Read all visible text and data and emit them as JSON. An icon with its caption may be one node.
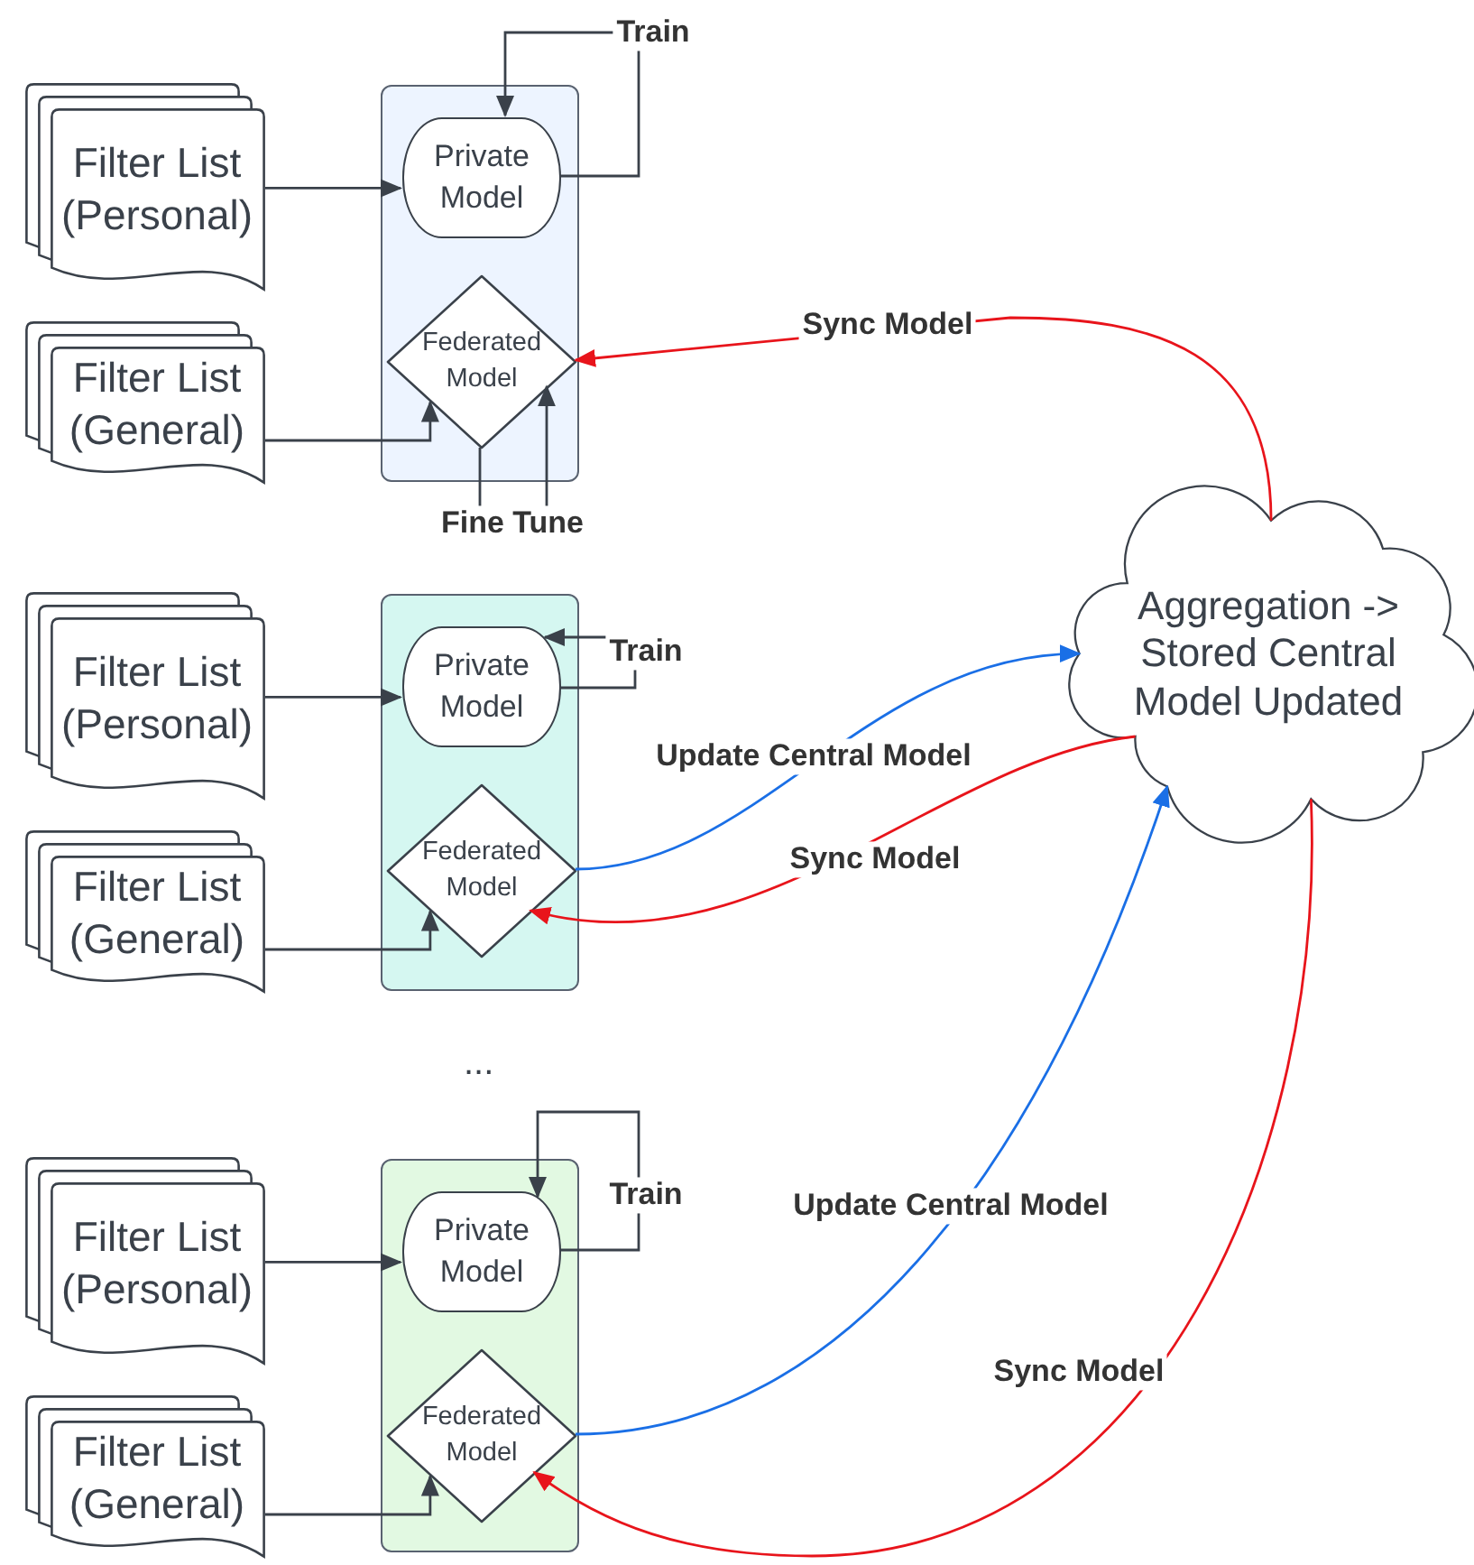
{
  "diagram": {
    "nodes": [
      {
        "text": [
          "Filter List (Personal)"
        ]
      },
      {
        "text": [
          "Filter List (General)"
        ]
      },
      {
        "text": [],
        "shape": "box"
      },
      {
        "text": [
          "Private Model"
        ],
        "in": 2
      },
      {
        "text": [
          "Federated Model"
        ],
        "in": 2
      },
      {
        "text": [
          "Filter List (Personal)"
        ]
      },
      {
        "text": [
          "Filter List (General)"
        ]
      },
      {
        "text": [],
        "shape": "box"
      },
      {
        "text": [
          "Private Model"
        ],
        "in": 7
      },
      {
        "text": [
          "Federated Model"
        ],
        "in": 7
      },
      {
        "text": [
          "Filter List (Personal)"
        ]
      },
      {
        "text": [
          "Filter List (General)"
        ]
      },
      {
        "text": [],
        "shape": "box"
      },
      {
        "text": [
          "Private Model"
        ],
        "in": 12
      },
      {
        "text": [
          "Federated Model"
        ],
        "in": 12
      },
      {
        "text": [
          "Aggregation -> Stored Central Model Updated"
        ]
      }
    ],
    "edges": [
      {
        "from": 0,
        "to": 3,
        "arrow": "to"
      },
      {
        "from": 1,
        "to": 4,
        "arrow": "to"
      },
      {
        "from": 3,
        "to": 3,
        "arrow": "to",
        "label": "Train"
      },
      {
        "from": 4,
        "to": 4,
        "arrow": "to",
        "label": "Fine Tune"
      },
      {
        "from": 15,
        "to": 4,
        "arrow": "to",
        "label": "Sync Model",
        "color": "#e8141b"
      },
      {
        "from": 5,
        "to": 8,
        "arrow": "to"
      },
      {
        "from": 6,
        "to": 9,
        "arrow": "to"
      },
      {
        "from": 8,
        "to": 8,
        "arrow": "to",
        "label": "Train"
      },
      {
        "from": 9,
        "to": 15,
        "arrow": "to",
        "label": "Update Central Model",
        "color": "#1a6fe6"
      },
      {
        "from": 15,
        "to": 9,
        "arrow": "to",
        "label": "Sync Model",
        "color": "#e8141b"
      },
      {
        "from": 10,
        "to": 13,
        "arrow": "to"
      },
      {
        "from": 11,
        "to": 14,
        "arrow": "to"
      },
      {
        "from": 13,
        "to": 13,
        "arrow": "to",
        "label": "Train"
      },
      {
        "from": 14,
        "to": 15,
        "arrow": "to",
        "label": "Update Central Model",
        "color": "#1a6fe6"
      },
      {
        "from": 15,
        "to": 14,
        "arrow": "to",
        "label": "Sync Model",
        "color": "#e8141b"
      }
    ],
    "labels": [
      "..."
    ]
  }
}
